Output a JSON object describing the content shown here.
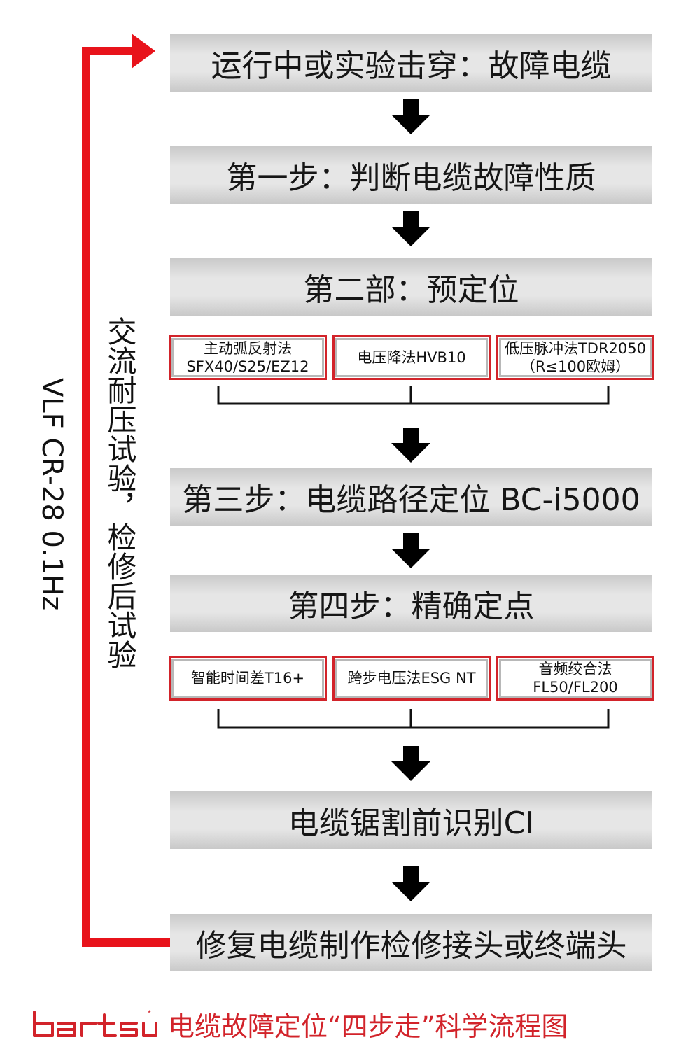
{
  "steps": {
    "s0": "运行中或实验击穿：故障电缆",
    "s1": "第一步：判断电缆故障性质",
    "s2": "第二部：预定位",
    "s3": "第三步：电缆路径定位 BC-i5000",
    "s4": "第四步：精确定点",
    "s5": "电缆锯割前识别CI",
    "s6": "修复电缆制作检修接头或终端头"
  },
  "prelocation_methods": [
    {
      "line1": "主动弧反射法",
      "line2": "SFX40/S25/EZ12"
    },
    {
      "line1": "电压降法HVB10",
      "line2": ""
    },
    {
      "line1": "低压脉冲法TDR2050",
      "line2": "（R≤100欧姆）"
    }
  ],
  "pinpoint_methods": [
    {
      "line1": "智能时间差T16+",
      "line2": ""
    },
    {
      "line1": "跨步电压法ESG NT",
      "line2": ""
    },
    {
      "line1": "音频绞合法",
      "line2": "FL50/FL200"
    }
  ],
  "side_label_test": "交流耐压试验，检修后试验",
  "side_label_vlf": "VLF CR-28 0.1Hz",
  "brand": "bartsu",
  "caption": "电缆故障定位“四步走”科学流程图",
  "colors": {
    "accent_red": "#d2232a",
    "step_bg": "#e6e6e6",
    "arrow": "#000000"
  }
}
